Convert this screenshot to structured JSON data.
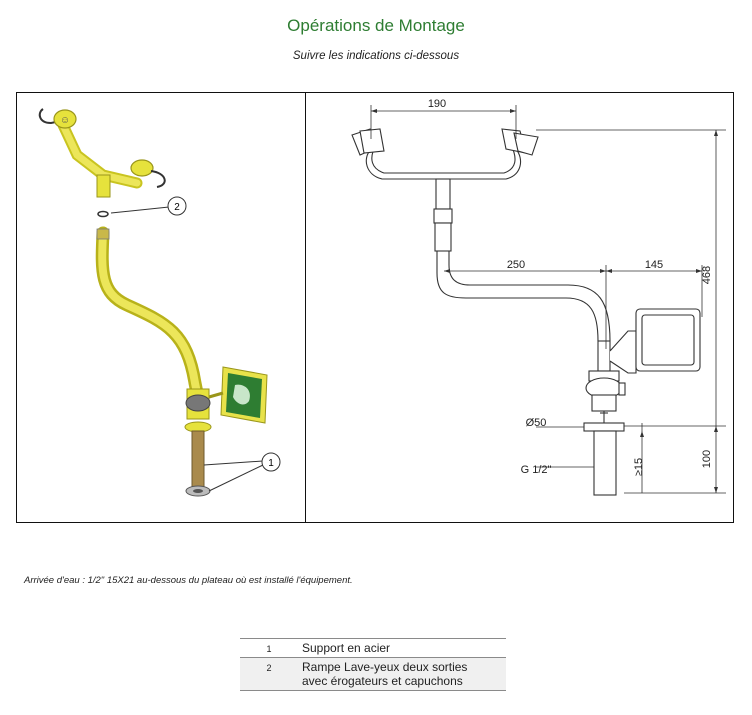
{
  "header": {
    "title": "Opérations de Montage",
    "subtitle": "Suivre les indications ci-dessous"
  },
  "illustration": {
    "callouts": [
      "2",
      "1"
    ],
    "sign_colors": {
      "frame": "#e8e24a",
      "panel": "#2e7d32"
    },
    "pipe_color": "#e6e23c"
  },
  "drawing": {
    "dimensions": {
      "top_width": "190",
      "arm_length": "250",
      "bowl_offset": "145",
      "total_height": "468",
      "flange_diameter": "Ø50",
      "thread": "G 1/2\"",
      "min_thread": "≥15",
      "base_height": "100"
    }
  },
  "note": "Arrivée d'eau : 1/2\" 15X21 au-dessous  du plateau où est installé l'équipement.",
  "legend": [
    {
      "num": "1",
      "lines": [
        "Support en acier"
      ]
    },
    {
      "num": "2",
      "lines": [
        "Rampe Lave-yeux deux sorties",
        "avec érogateurs et capuchons"
      ]
    }
  ]
}
